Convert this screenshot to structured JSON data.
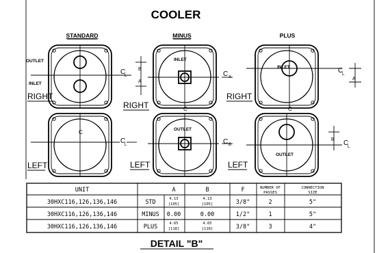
{
  "title": "COOLER",
  "detail_title": "DETAIL \"B\"",
  "columns": {
    "standard": "STANDARD",
    "minus": "MINUS",
    "plus": "PLUS"
  },
  "rows": {
    "right": "RIGHT",
    "left": "LEFT"
  },
  "nozzles": {
    "outlet": "OUTLET",
    "inlet": "INLET"
  },
  "marks": {
    "centerline": "C",
    "centerline_sub": "L",
    "a": "A",
    "b": "B"
  },
  "table": {
    "headers": {
      "unit": "UNIT",
      "a": "A",
      "b": "B",
      "f": "F",
      "passes_1": "NUMBER OF",
      "passes_2": "PASSES",
      "connection_1": "CONNECTION",
      "connection_2": "SIZE"
    },
    "rows": [
      {
        "unit": "30HXC116,126,136,146",
        "type": "STD",
        "a": "4.13",
        "a_mm": "[105]",
        "b": "4.13",
        "b_mm": "[105]",
        "f": "3/8\"",
        "passes": "2",
        "size": "5\""
      },
      {
        "unit": "30HXC116,126,136,146",
        "type": "MINUS",
        "a": "0.00",
        "a_mm": "",
        "b": "0.00",
        "b_mm": "",
        "f": "1/2\"",
        "passes": "1",
        "size": "5\""
      },
      {
        "unit": "30HXC116,126,136,146",
        "type": "PLUS",
        "a": "4.65",
        "a_mm": "[118]",
        "b": "4.65",
        "b_mm": "[118]",
        "f": "3/8\"",
        "passes": "3",
        "size": "4\""
      }
    ]
  },
  "colors": {
    "ink": "#000000",
    "paper": "#ffffff"
  }
}
